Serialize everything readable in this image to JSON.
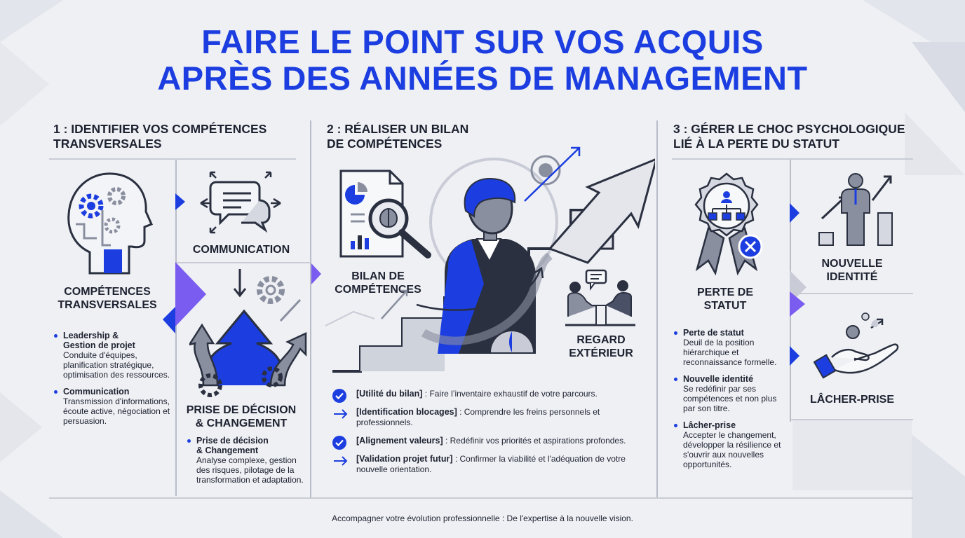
{
  "title": {
    "line1": "FAIRE LE POINT SUR VOS ACQUIS",
    "line2": "APRÈS DES ANNÉES DE MANAGEMENT"
  },
  "colors": {
    "accent": "#1c3ee0",
    "purple": "#7a5cf0",
    "grey": "#8a8fa0",
    "text": "#1e2230"
  },
  "col1": {
    "heading_line1": "1 : IDENTIFIER VOS COMPÉTENCES",
    "heading_line2": "TRANSVERSALES",
    "competences_label_line1": "COMPÉTENCES",
    "competences_label_line2": "TRANSVERSALES",
    "communication_label": "COMMUNICATION",
    "decision_label_line1": "PRISE DE DÉCISION",
    "decision_label_line2": "& CHANGEMENT",
    "bullets_left": [
      {
        "title_line1": "Leadership &",
        "title_line2": "Gestion de projet",
        "desc": "Conduite d'équipes, planification stratégique, optimisation des ressources."
      },
      {
        "title_line1": "Communication",
        "title_line2": "",
        "desc": "Transmission d'informations, écoute active, négociation et persuasion."
      }
    ],
    "bullets_right": [
      {
        "title_line1": "Prise de décision",
        "title_line2": "& Changement",
        "desc": "Analyse complexe, gestion des risques, pilotage de la transformation et adaptation."
      }
    ]
  },
  "col2": {
    "heading_line1": "2 : RÉALISER UN BILAN",
    "heading_line2": "DE COMPÉTENCES",
    "bilan_label_line1": "BILAN DE",
    "bilan_label_line2": "COMPÉTENCES",
    "regard_label_line1": "REGARD",
    "regard_label_line2": "EXTÉRIEUR",
    "steps": [
      {
        "marker": "check",
        "key": "[Utilité du bilan]",
        "text": " : Faire l’inventaire exhaustif de votre parcours."
      },
      {
        "marker": "arrow",
        "key": "[Identification blocages]",
        "text": " : Comprendre les freins personnels et professionnels."
      },
      {
        "marker": "check",
        "key": "[Alignement valeurs]",
        "text": " : Redéfinir vos priorités et aspirations profondes."
      },
      {
        "marker": "arrow",
        "key": "[Validation projet futur]",
        "text": " : Confirmer la viabilité et l'adéquation de votre nouvelle orientation."
      }
    ]
  },
  "col3": {
    "heading_line1": "3 : GÉRER LE CHOC PSYCHOLOGIQUE",
    "heading_line2": "LIÉ À LA PERTE DU STATUT",
    "perte_label_line1": "PERTE DE",
    "perte_label_line2": "STATUT",
    "identite_label_line1": "NOUVELLE",
    "identite_label_line2": "IDENTITÉ",
    "lacher_label": "LÂCHER-PRISE",
    "bullets": [
      {
        "title_line1": "Perte de statut",
        "title_line2": "",
        "desc": "Deuil de la position hiérarchique et reconnaissance formelle."
      },
      {
        "title_line1": "Nouvelle identité",
        "title_line2": "",
        "desc": "Se redéfinir par ses compétences et non plus par son titre."
      },
      {
        "title_line1": "Lâcher-prise",
        "title_line2": "",
        "desc": "Accepter le changement, développer la résilience et s'ouvrir aux nouvelles opportunités."
      }
    ]
  },
  "footer": "Accompagner votre évolution professionnelle : De l'expertise à la nouvelle vision."
}
